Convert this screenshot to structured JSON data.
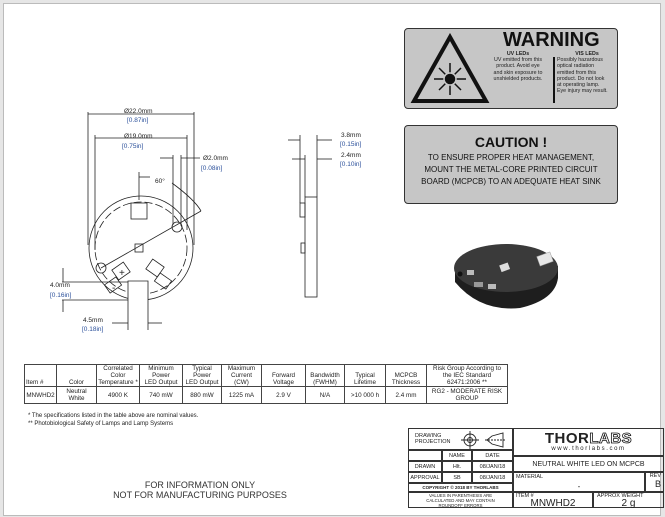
{
  "warning": {
    "title": "WARNING",
    "uv_head": "UV LEDs",
    "uv_text": [
      "UV emitted from this",
      "product. Avoid eye",
      "and skin exposure to",
      "unshielded products."
    ],
    "vis_head": "VIS LEDs",
    "vis_text": [
      "Possibly hazardous",
      "optical radiation",
      "emitted from this",
      "product. Do not look",
      "at operating lamp.",
      "Eye injury may result."
    ]
  },
  "caution": {
    "title": "CAUTION !",
    "lines": [
      "TO ENSURE PROPER HEAT MANAGEMENT,",
      "MOUNT THE METAL-CORE PRINTED CIRCUIT",
      "BOARD (MCPCB) TO AN ADEQUATE HEAT SINK"
    ]
  },
  "dimensions": {
    "d22": "Ø22.0mm",
    "d22in": "[0.87in]",
    "d19": "Ø19.0mm",
    "d19in": "[0.75in]",
    "d2": "Ø2.0mm",
    "d2in": "[0.08in]",
    "angle": "60°",
    "h4": "4.0mm",
    "h4in": "[0.16in]",
    "w45": "4.5mm",
    "w45in": "[0.18in]",
    "t38": "3.8mm",
    "t38in": "[0.15in]",
    "t24": "2.4mm",
    "t24in": "[0.10in]",
    "plus": "+",
    "minus": "-"
  },
  "table": {
    "headers": [
      [
        "Item #"
      ],
      [
        "Color"
      ],
      [
        "Correlated",
        "Color",
        "Temperature *"
      ],
      [
        "Minimum",
        "Power",
        "LED Output"
      ],
      [
        "Typical",
        "Power",
        "LED Output"
      ],
      [
        "Maximum",
        "Current",
        "(CW)"
      ],
      [
        "Forward",
        "Voltage"
      ],
      [
        "Bandwidth",
        "(FWHM)"
      ],
      [
        "Typical",
        "Lifetime"
      ],
      [
        "MCPCB",
        "Thickness"
      ],
      [
        "Risk Group According to",
        "the IEC Standard",
        "62471:2006 **"
      ]
    ],
    "row": [
      "MNWHD2",
      "Neutral White",
      "4900 K",
      "740 mW",
      "880 mW",
      "1225 mA",
      "2.9 V",
      "N/A",
      ">10 000 h",
      "2.4 mm",
      "RG2 - MODERATE RISK GROUP"
    ]
  },
  "notes": [
    "* The specifications listed in the table above are nominal values.",
    "** Photobiological Safety of Lamps and Lamp Systems"
  ],
  "footer": {
    "line1": "FOR INFORMATION ONLY",
    "line2": "NOT FOR MANUFACTURING PURPOSES"
  },
  "title_block": {
    "drawing_projection": "DRAWING PROJECTION",
    "name_h": "NAME",
    "date_h": "DATE",
    "drawn_l": "DRAWN",
    "drawn_name": "Hlt.",
    "drawn_date": "08/JAN/18",
    "approval_l": "APPROVAL",
    "approval_name": "SB",
    "approval_date": "08/JAN/18",
    "copyright": "COPYRIGHT © 2018 BY THORLABS",
    "values_note": "VALUES IN PARENTHESIS ARE CALCULATED AND MAY CONTAIN ROUNDOFF ERRORS",
    "logo_thor": "THOR",
    "logo_labs": "LABS",
    "website": "www.thorlabs.com",
    "title": "NEUTRAL WHITE LED ON MCPCB",
    "material_l": "MATERIAL",
    "material": "-",
    "rev_l": "REV",
    "rev": "B",
    "item_l": "ITEM #",
    "item": "MNWHD2",
    "weight_l": "APPROX WEIGHT",
    "weight": "2 g"
  }
}
